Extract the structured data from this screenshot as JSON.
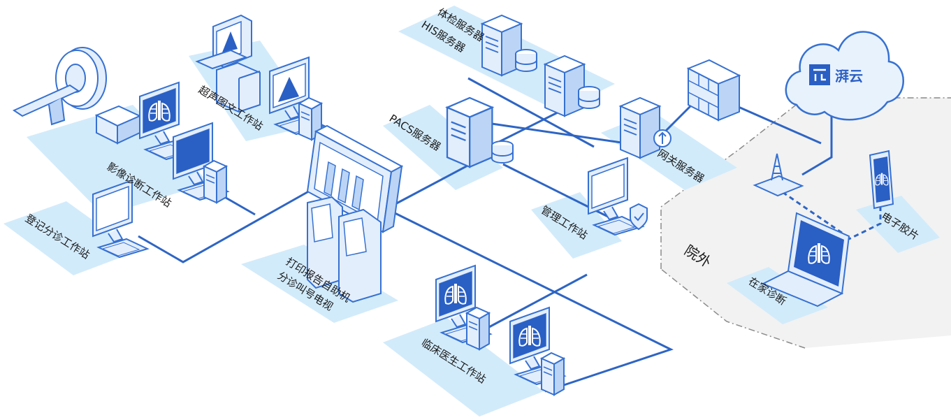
{
  "labels": {
    "registration": "登记分诊工作站",
    "imaging": "影像诊断工作站",
    "ultrasound": "超声图文工作站",
    "kiosk_line1": "打印报告自助机",
    "kiosk_line2": "分诊叫号电视",
    "pacs": "PACS服务器",
    "exam_line1": "体检服务器",
    "exam_line2": "HIS服务器",
    "management": "管理工作站",
    "gateway": "网关服务器",
    "clinician": "临床医生工作站",
    "outside": "院外",
    "home": "在家诊断",
    "film": "电子胶片",
    "cloud_brand": "湃云"
  },
  "colors": {
    "line": "#2e65c4",
    "platform": "#d2ebfb",
    "device_fill": "#e3eefc",
    "device_stroke": "#3671d1",
    "screen": "#2a5fc4",
    "outside_zone": "#f2f2f2",
    "text": "#1a1a1a"
  }
}
